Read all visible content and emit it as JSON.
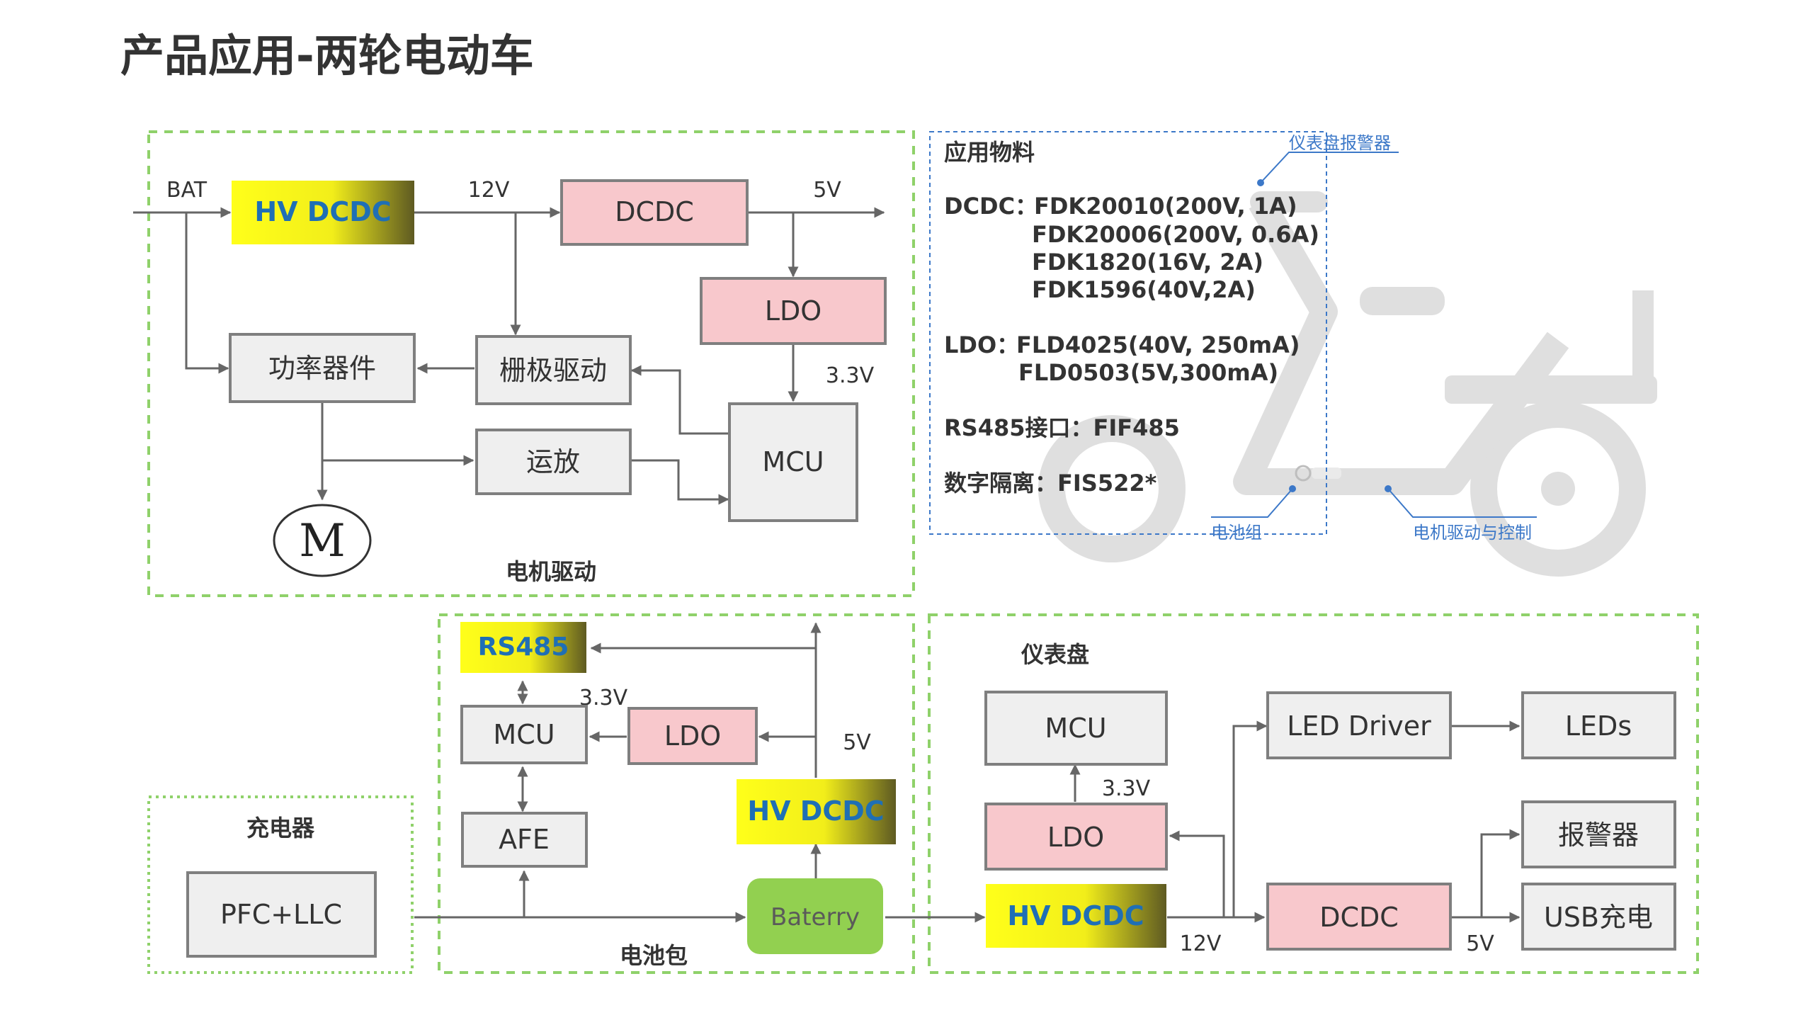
{
  "page": {
    "title": "产品应用-两轮电动车"
  },
  "colors": {
    "group_border": "#8fd16a",
    "hv_yellow": "#ffff1a",
    "hv_text": "#1f6fb5",
    "pink_block": "#f8c8cc",
    "gray_block": "#efefef",
    "battery_green": "#92d050",
    "legend_blue": "#3c78c8"
  },
  "motor": {
    "group_label": "电机驱动",
    "bat_label": "BAT",
    "hv_dcdc": "HV DCDC",
    "v12": "12V",
    "dcdc": "DCDC",
    "v5": "5V",
    "ldo": "LDO",
    "v33": "3.3V",
    "power_device": "功率器件",
    "gate_driver": "栅极驱动",
    "opamp": "运放",
    "mcu": "MCU",
    "motor_symbol": "M"
  },
  "materials": {
    "heading": "应用物料",
    "dcdc_label": "DCDC：",
    "dcdc_items": [
      "FDK20010(200V, 1A)",
      "FDK20006(200V, 0.6A)",
      "FDK1820(16V, 2A)",
      "FDK1596(40V,2A)"
    ],
    "ldo_label": "LDO：",
    "ldo_items": [
      "FLD4025(40V, 250mA)",
      "FLD0503(5V,300mA)"
    ],
    "rs485": "RS485接口：FIF485",
    "isolation": "数字隔离：FIS522*"
  },
  "bike_callouts": {
    "dashboard_alarm": "仪表盘报警器",
    "battery_pack": "电池组",
    "motor_drive_control": "电机驱动与控制"
  },
  "charger": {
    "group_label": "充电器",
    "pfc_llc": "PFC+LLC"
  },
  "battery_pack": {
    "group_label": "电池包",
    "rs485": "RS485",
    "mcu": "MCU",
    "ldo": "LDO",
    "afe": "AFE",
    "hv_dcdc": "HV DCDC",
    "battery": "Baterry",
    "v33": "3.3V",
    "v5": "5V"
  },
  "dashboard": {
    "group_label": "仪表盘",
    "mcu": "MCU",
    "ldo": "LDO",
    "hv_dcdc": "HV DCDC",
    "led_driver": "LED Driver",
    "leds": "LEDs",
    "dcdc": "DCDC",
    "alarm": "报警器",
    "usb_charge": "USB充电",
    "v33": "3.3V",
    "v12": "12V",
    "v5": "5V"
  }
}
